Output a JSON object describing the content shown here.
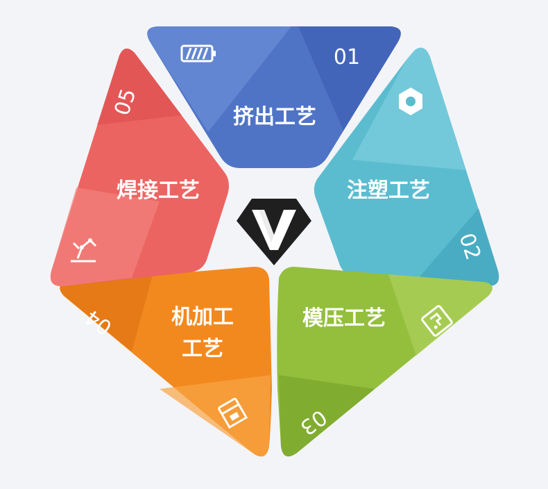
{
  "center_logo": "v-diamond-logo",
  "segments": [
    {
      "id": "extrusion",
      "number": "01",
      "label_lines": [
        "挤出工艺"
      ],
      "icon": "battery-icon",
      "color_base": "#4f74c6",
      "color_light": "#6b8fd6",
      "color_dark": "#3f60b4"
    },
    {
      "id": "injection-molding",
      "number": "02",
      "label_lines": [
        "注塑工艺"
      ],
      "icon": "hex-nut-icon",
      "color_base": "#5bbccf",
      "color_light": "#7dcfdd",
      "color_dark": "#44a7bd"
    },
    {
      "id": "die-casting",
      "number": "03",
      "label_lines": [
        "模压工艺"
      ],
      "icon": "mold-plate-icon",
      "color_base": "#93bf3d",
      "color_light": "#aed05d",
      "color_dark": "#7aa52c"
    },
    {
      "id": "machining",
      "number": "04",
      "label_lines": [
        "机加工",
        "工艺"
      ],
      "icon": "clamp-icon",
      "color_base": "#f2891f",
      "color_light": "#f8a443",
      "color_dark": "#e07614"
    },
    {
      "id": "welding",
      "number": "05",
      "label_lines": [
        "焊接工艺"
      ],
      "icon": "robot-arm-icon",
      "color_base": "#ec6461",
      "color_light": "#f5847f",
      "color_dark": "#dc4f4e"
    }
  ]
}
